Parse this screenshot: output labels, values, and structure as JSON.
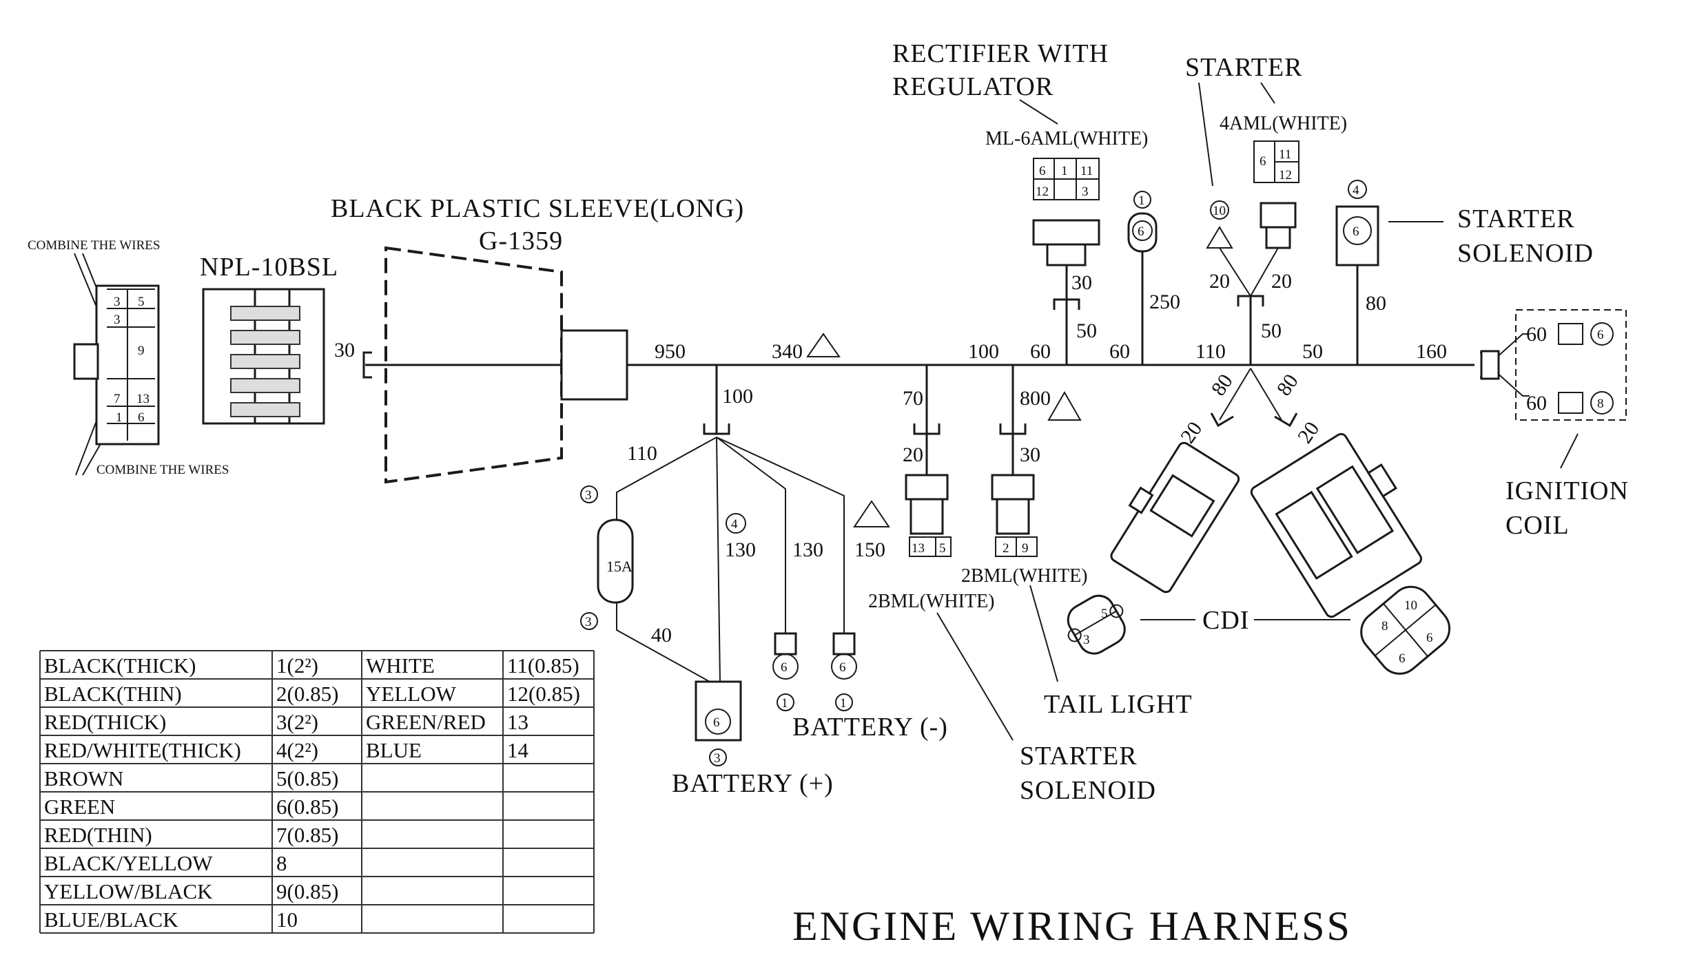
{
  "title": "ENGINE WIRING HARNESS",
  "labels": {
    "combine_top": "COMBINE THE WIRES",
    "combine_bottom": "COMBINE THE WIRES",
    "connector_model": "NPL-10BSL",
    "sleeve_name": "BLACK PLASTIC SLEEVE(LONG)",
    "sleeve_code": "G-1359",
    "rectifier_line1": "RECTIFIER WITH",
    "rectifier_line2": "REGULATOR",
    "rectifier_connector": "ML-6AML(WHITE)",
    "starter": "STARTER",
    "starter_connector": "4AML(WHITE)",
    "starter_solenoid_top_line1": "STARTER",
    "starter_solenoid_top_line2": "SOLENOID",
    "ignition_coil_line1": "IGNITION",
    "ignition_coil_line2": "COIL",
    "cdi": "CDI",
    "battery_pos": "BATTERY (+)",
    "battery_neg": "BATTERY (-)",
    "tail_light": "TAIL LIGHT",
    "starter_solenoid_bottom_line1": "STARTER",
    "starter_solenoid_bottom_line2": "SOLENOID",
    "conn_2bml_a": "2BML(WHITE)",
    "conn_2bml_b": "2BML(WHITE)",
    "fuse": "15A"
  },
  "dimensions": {
    "d30_left": "30",
    "d950": "950",
    "d340": "340",
    "d100_main": "100",
    "d60_a": "60",
    "d60_b": "60",
    "d110_main": "110",
    "d50_main": "50",
    "d160": "160",
    "d100_branch": "100",
    "d110_branch": "110",
    "d130_a": "130",
    "d130_b": "130",
    "d150": "150",
    "d40": "40",
    "d70": "70",
    "d20_a": "20",
    "d800": "800",
    "d30_b": "30",
    "d30_rect": "30",
    "d50_rect": "50",
    "d250": "250",
    "d20_st_l": "20",
    "d20_st_r": "20",
    "d50_st": "50",
    "d80_sol": "80",
    "d80_l": "80",
    "d80_r": "80",
    "d20_cdi_l": "20",
    "d20_cdi_r": "20",
    "d60_ign_a": "60",
    "d60_ign_b": "60"
  },
  "wire_refs": {
    "rect_pins": [
      "6",
      "1",
      "11",
      "12",
      "3"
    ],
    "starter_pins": [
      "6",
      "11",
      "12"
    ],
    "ring_250_top": "1",
    "ring_250": "6",
    "starter_ring_top": "10",
    "sol_ring_top": "4",
    "sol_ring": "6",
    "fuse_top": "3",
    "fuse_bottom": "3",
    "bat_branch_top": "4",
    "bat_pos_ring": "6",
    "bat_pos_bottom": "3",
    "bat_neg_ring_a": "6",
    "bat_neg_ring_b": "6",
    "bat_neg_a": "1",
    "bat_neg_b": "1",
    "conn_a_pins": [
      "13",
      "5"
    ],
    "conn_b_pins": [
      "2",
      "9"
    ],
    "ign_a": "6",
    "ign_b": "8",
    "cdi_left": [
      "5",
      "3"
    ],
    "cdi_right": [
      "10",
      "8",
      "6",
      "6"
    ],
    "npl_pins": [
      "3",
      "5",
      "3",
      "9",
      "7",
      "13",
      "1",
      "6"
    ]
  },
  "color_table": {
    "rows": [
      [
        "BLACK(THICK)",
        "1(2²)",
        "WHITE",
        "11(0.85)"
      ],
      [
        "BLACK(THIN)",
        "2(0.85)",
        "YELLOW",
        "12(0.85)"
      ],
      [
        "RED(THICK)",
        "3(2²)",
        "GREEN/RED",
        "13"
      ],
      [
        "RED/WHITE(THICK)",
        "4(2²)",
        "BLUE",
        "14"
      ],
      [
        "BROWN",
        "5(0.85)",
        "",
        ""
      ],
      [
        "GREEN",
        "6(0.85)",
        "",
        ""
      ],
      [
        "RED(THIN)",
        "7(0.85)",
        "",
        ""
      ],
      [
        "BLACK/YELLOW",
        "8",
        "",
        ""
      ],
      [
        "YELLOW/BLACK",
        "9(0.85)",
        "",
        ""
      ],
      [
        "BLUE/BLACK",
        "10",
        "",
        ""
      ]
    ]
  }
}
